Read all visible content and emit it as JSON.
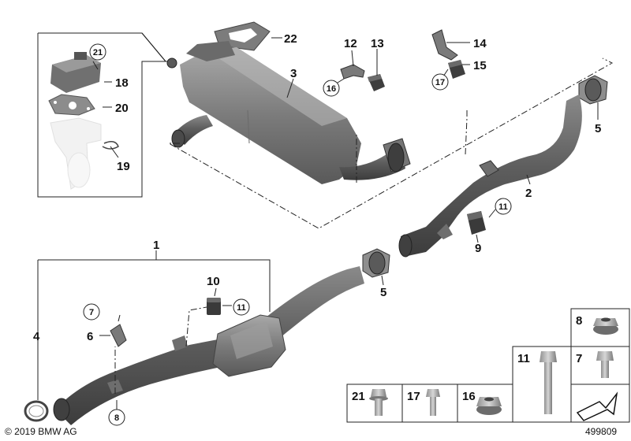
{
  "diagram": {
    "callouts": {
      "c1": "1",
      "c2": "2",
      "c3": "3",
      "c4": "4",
      "c5a": "5",
      "c5b": "5",
      "c6": "6",
      "c7": "7",
      "c8": "8",
      "c9": "9",
      "c10": "10",
      "c11": "11",
      "c11b": "11",
      "c12": "12",
      "c13": "13",
      "c14": "14",
      "c15": "15",
      "c16": "16",
      "c17": "17",
      "c18": "18",
      "c19": "19",
      "c20": "20",
      "c21": "21",
      "c22": "22"
    },
    "hardware_boxes": {
      "b8": "8",
      "b7": "7",
      "b11": "11",
      "b21": "21",
      "b17": "17",
      "b16": "16"
    },
    "copyright": "© 2019 BMW AG",
    "diagram_number": "499809"
  }
}
